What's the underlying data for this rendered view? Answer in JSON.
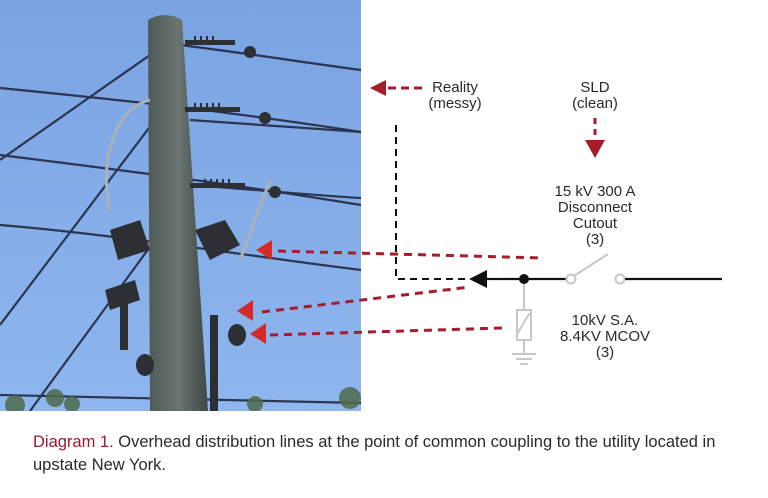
{
  "figure": {
    "photo": {
      "description": "Utility pole with overhead distribution lines, insulators, disconnect cutouts and surge arresters against blue sky",
      "sky_color": "#7ea8e6"
    },
    "labels": {
      "reality": {
        "line1": "Reality",
        "line2": "(messy)"
      },
      "sld": {
        "line1": "SLD",
        "line2": "(clean)"
      },
      "cutout": {
        "line1": "15 kV 300 A",
        "line2": "Disconnect",
        "line3": "Cutout",
        "line4": "(3)"
      },
      "arrester": {
        "line1": "10kV S.A.",
        "line2": "8.4KV MCOV",
        "line3": "(3)"
      }
    },
    "colors": {
      "accent_red": "#a51d2d",
      "pointer_red": "#d42a2a",
      "line_black": "#111111",
      "component_gray": "#c8c8c8"
    }
  },
  "caption": {
    "lead": "Diagram 1.",
    "text": " Overhead distribution lines at the point of common coupling to the utility located in upstate New York."
  }
}
